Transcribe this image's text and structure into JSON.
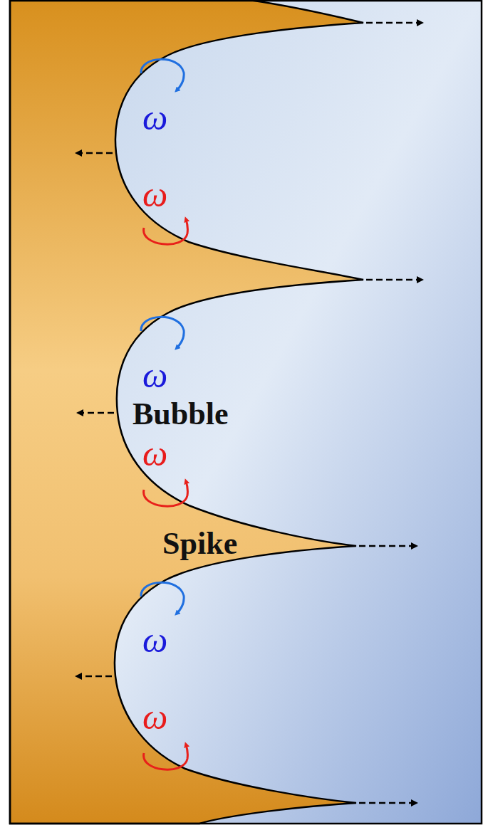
{
  "diagram": {
    "labels": [
      "ω",
      "ω",
      "ω",
      "Bubble",
      "ω",
      "Spike",
      "ω",
      "ω"
    ]
  }
}
